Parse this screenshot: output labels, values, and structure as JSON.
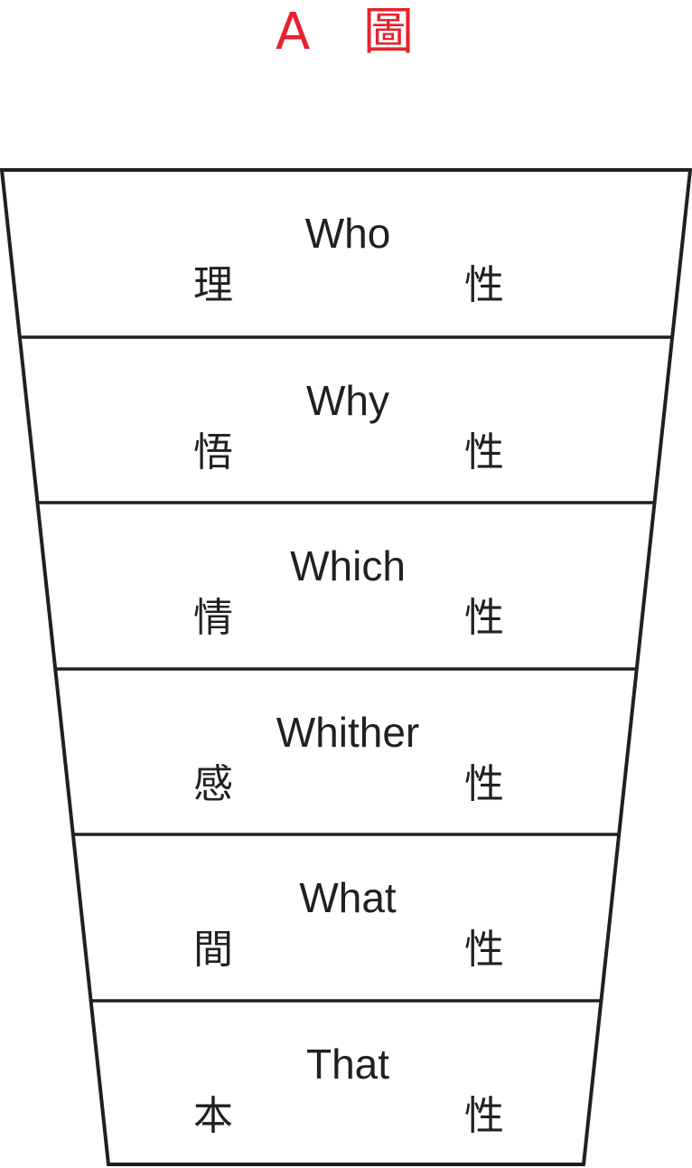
{
  "title": {
    "letter": "A",
    "label": "圖",
    "color": "#e8212e"
  },
  "diagram": {
    "line_color": "#231f20",
    "text_color": "#231f20",
    "levels": [
      {
        "en": "Who",
        "left": "理",
        "right": "性"
      },
      {
        "en": "Why",
        "left": "悟",
        "right": "性"
      },
      {
        "en": "Which",
        "left": "情",
        "right": "性"
      },
      {
        "en": "Whither",
        "left": "感",
        "right": "性"
      },
      {
        "en": "What",
        "left": "間",
        "right": "性"
      },
      {
        "en": "That",
        "left": "本",
        "right": "性"
      }
    ]
  }
}
